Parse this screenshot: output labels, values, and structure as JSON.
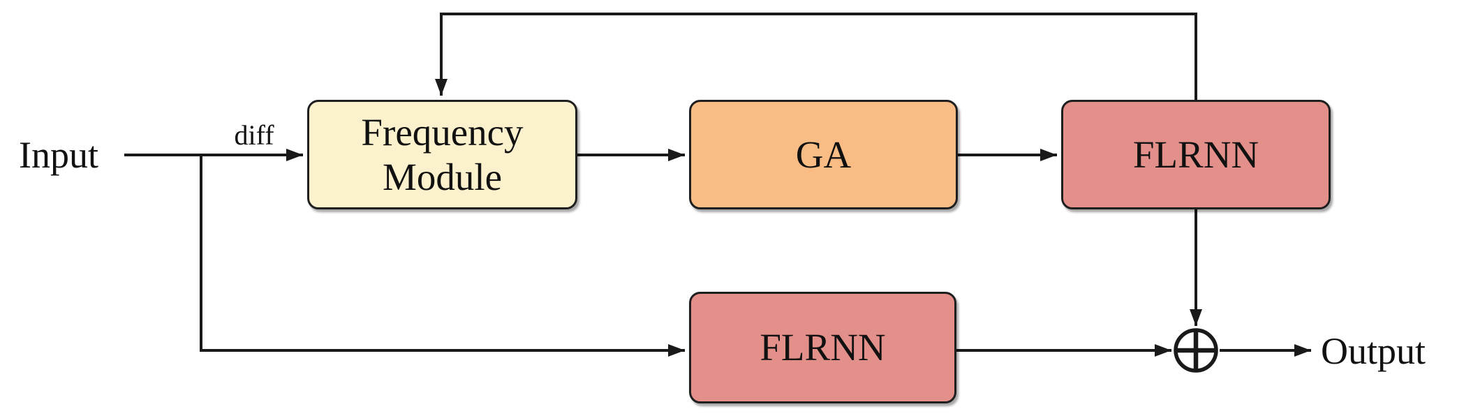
{
  "diagram": {
    "type": "flowchart",
    "background": "#FFFFFF",
    "line_color": "#1A1A1A",
    "labels": {
      "input": "Input",
      "diff": "diff",
      "output": "Output"
    },
    "nodes": [
      {
        "id": "frequency_module",
        "label": "Frequency Module",
        "fill": "#FBF1CD",
        "shape": "rounded-rect"
      },
      {
        "id": "ga",
        "label": "GA",
        "fill": "#F8BC84",
        "shape": "rounded-rect"
      },
      {
        "id": "flrnn_top",
        "label": "FLRNN",
        "fill": "#E3908A",
        "shape": "rounded-rect"
      },
      {
        "id": "flrnn_bottom",
        "label": "FLRNN",
        "fill": "#E3908A",
        "shape": "rounded-rect"
      },
      {
        "id": "sum",
        "label": "",
        "icon": "circled-plus",
        "fill": "#FFFFFF"
      }
    ],
    "edges": [
      {
        "from": "input",
        "to": "frequency_module",
        "label": "diff"
      },
      {
        "from": "frequency_module",
        "to": "ga",
        "label": ""
      },
      {
        "from": "ga",
        "to": "flrnn_top",
        "label": ""
      },
      {
        "from": "flrnn_top",
        "to": "frequency_module",
        "label": "",
        "kind": "feedback"
      },
      {
        "from": "flrnn_top",
        "to": "sum",
        "label": ""
      },
      {
        "from": "input",
        "to": "flrnn_bottom",
        "label": ""
      },
      {
        "from": "flrnn_bottom",
        "to": "sum",
        "label": ""
      },
      {
        "from": "sum",
        "to": "output",
        "label": ""
      }
    ]
  }
}
